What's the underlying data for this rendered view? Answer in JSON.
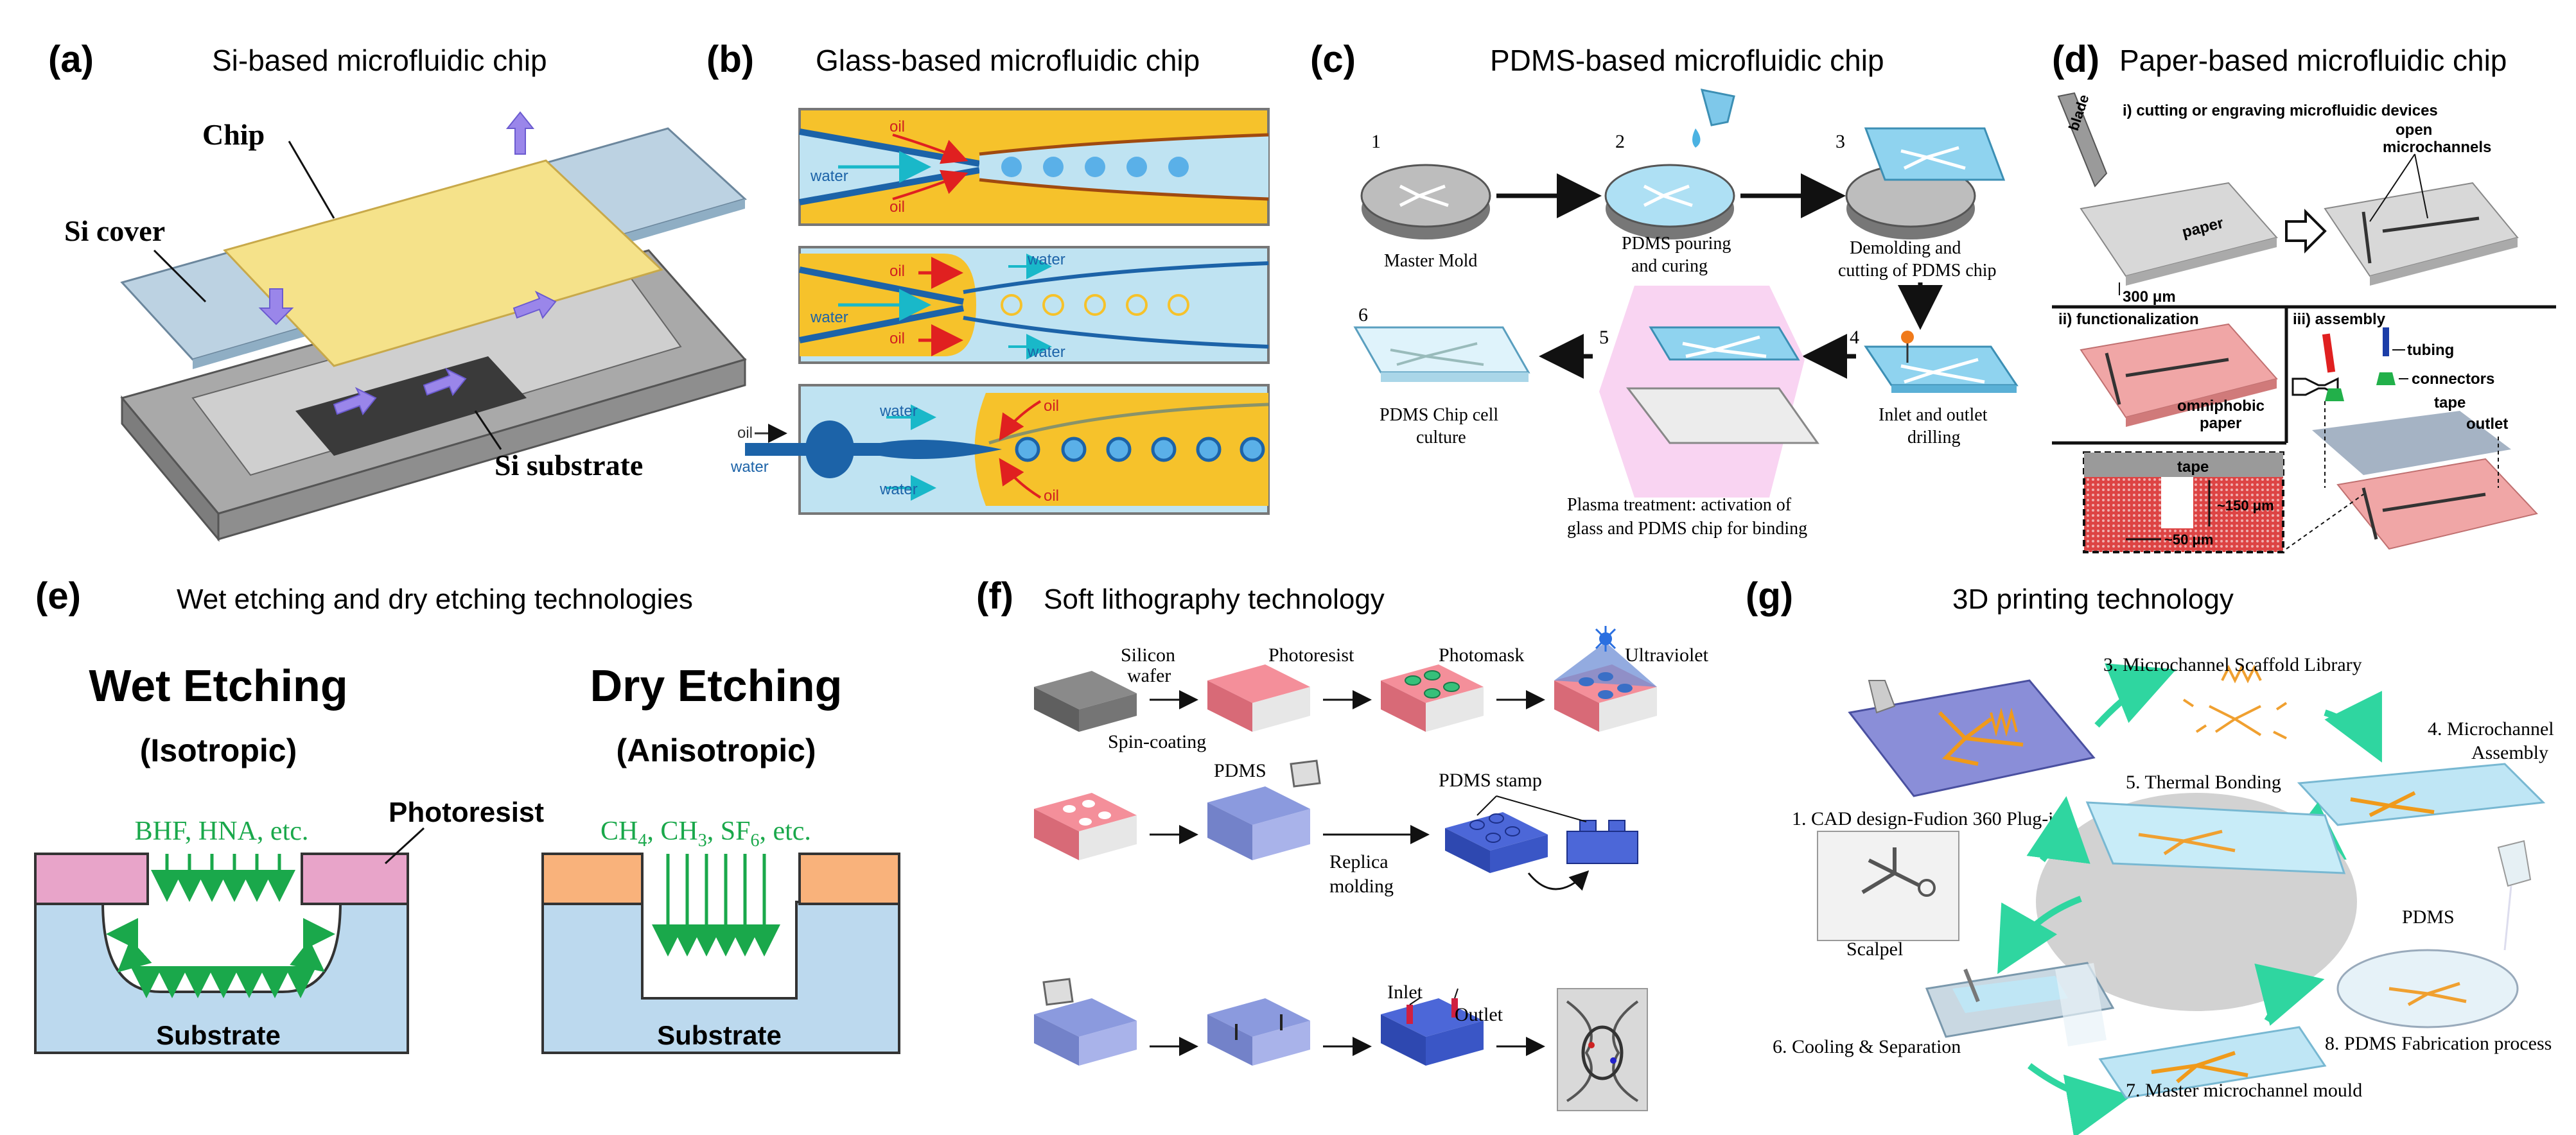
{
  "panels": {
    "a": {
      "letter": "(a)",
      "title": "Si-based microfluidic chip",
      "chip": "Chip",
      "cover": "Si cover",
      "substrate": "Si substrate"
    },
    "b": {
      "letter": "(b)",
      "title": "Glass-based microfluidic chip",
      "oil": "oil",
      "water": "water"
    },
    "c": {
      "letter": "(c)",
      "title": "PDMS-based microfluidic chip",
      "steps": [
        {
          "num": "1",
          "line1": "Master Mold",
          "line2": ""
        },
        {
          "num": "2",
          "line1": "PDMS pouring",
          "line2": "and curing"
        },
        {
          "num": "3",
          "line1": "Demolding and",
          "line2": "cutting  of PDMS chip"
        },
        {
          "num": "4",
          "line1": "Inlet and outlet",
          "line2": "drilling"
        },
        {
          "num": "5",
          "line1": "Plasma treatment: activation of",
          "line2": "glass and PDMS chip for binding"
        },
        {
          "num": "6",
          "line1": "PDMS Chip cell",
          "line2": "culture"
        }
      ]
    },
    "d": {
      "letter": "(d)",
      "title": "Paper-based microfluidic chip",
      "step1": "i) cutting or engraving microfluidic devices",
      "blade": "blade",
      "open": "open",
      "microchannels": "microchannels",
      "paper": "paper",
      "um300": "300 μm",
      "step2": "ii) functionalization",
      "omniphobic": "omniphobic",
      "paper2": "paper",
      "step3": "iii) assembly",
      "tubing": "tubing",
      "connectors": "connectors",
      "tape": "tape",
      "outlet": "outlet",
      "tape2": "tape",
      "um150": "~150 μm",
      "um50": "~50 μm"
    },
    "e": {
      "letter": "(e)",
      "title": "Wet etching and dry etching technologies",
      "wet": "Wet Etching",
      "iso": "(Isotropic)",
      "dry": "Dry Etching",
      "aniso": "(Anisotropic)",
      "wet_chem": "BHF, HNA, etc.",
      "photoresist": "Photoresist",
      "ch4_a": "CH",
      "ch4_s": "4",
      "ch3_a": ", CH",
      "ch3_s": "3",
      "sf6_a": ", SF",
      "sf6_s": "6",
      "etc": ", etc.",
      "substrate": "Substrate"
    },
    "f": {
      "letter": "(f)",
      "title": "Soft lithography technology",
      "silicon": "Silicon",
      "wafer": "wafer",
      "spin": "Spin-coating",
      "photoresist": "Photoresist",
      "photomask": "Photomask",
      "uv": "Ultraviolet",
      "pdms": "PDMS",
      "pdms_stamp": "PDMS stamp",
      "replica": "Replica",
      "molding": "molding",
      "inlet": "Inlet",
      "outlet": "Outlet"
    },
    "g": {
      "letter": "(g)",
      "title": "3D printing technology",
      "s1": "1. CAD design-Fudion 360 Plug-in",
      "s3": "3. Microchannel Scaffold Library",
      "s4a": "4. Microchannel",
      "s4b": "Assembly",
      "s5": "5. Thermal Bonding",
      "s6": "6. Cooling & Separation",
      "s7": "7. Master microchannel mould",
      "s8": "8. PDMS Fabrication process",
      "scalpel": "Scalpel",
      "pdms": "PDMS"
    }
  },
  "colors": {
    "si_yellow": "#f5e28a",
    "glass_blue": "#bfe3f2",
    "oil_yellow": "#f6c22b",
    "pink": "#e8a4c9",
    "orange": "#f9b27b",
    "green": "#1aa84b",
    "substrate": "#bcd9ee"
  }
}
